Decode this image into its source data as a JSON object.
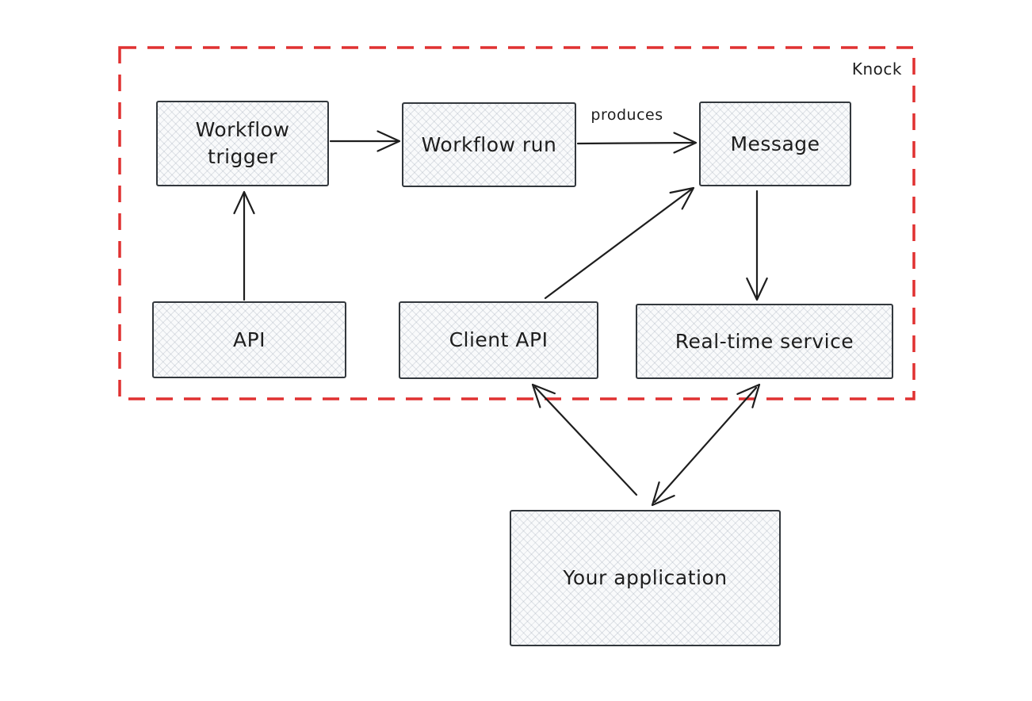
{
  "diagram": {
    "boundary": {
      "label": "Knock",
      "color": "#e03131",
      "style": "dashed"
    },
    "nodes": {
      "workflow_trigger": {
        "label": "Workflow trigger"
      },
      "workflow_run": {
        "label": "Workflow run"
      },
      "message": {
        "label": "Message"
      },
      "api": {
        "label": "API"
      },
      "client_api": {
        "label": "Client API"
      },
      "realtime_service": {
        "label": "Real-time service"
      },
      "your_application": {
        "label": "Your application"
      }
    },
    "edges": [
      {
        "from": "Workflow trigger",
        "to": "Workflow run",
        "label": "",
        "arrowheads": "end"
      },
      {
        "from": "Workflow run",
        "to": "Message",
        "label": "produces",
        "arrowheads": "end"
      },
      {
        "from": "API",
        "to": "Workflow trigger",
        "label": "",
        "arrowheads": "end"
      },
      {
        "from": "Client API",
        "to": "Message",
        "label": "",
        "arrowheads": "end"
      },
      {
        "from": "Message",
        "to": "Real-time service",
        "label": "",
        "arrowheads": "end"
      },
      {
        "from": "Your application",
        "to": "Client API",
        "label": "",
        "arrowheads": "end"
      },
      {
        "from": "Your application",
        "to": "Real-time service",
        "label": "",
        "arrowheads": "both"
      }
    ],
    "edge_labels": {
      "produces": "produces"
    },
    "colors": {
      "stroke": "#1e1e1e",
      "node_border": "#33383d",
      "node_fill": "#f9fafb",
      "boundary_red": "#e03131",
      "background": "#ffffff"
    }
  }
}
